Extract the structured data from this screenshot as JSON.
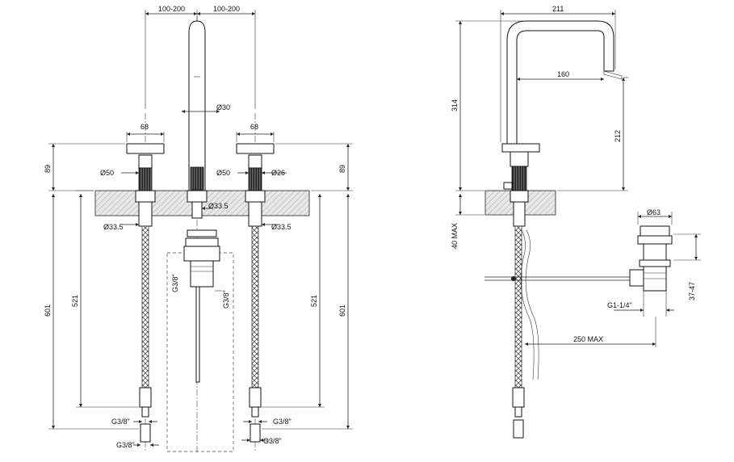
{
  "front_view": {
    "dim_spacing_left": "100-200",
    "dim_spacing_right": "100-200",
    "dim_handle_left_width": "68",
    "dim_handle_right_width": "68",
    "dim_spout_dia": "Ø30",
    "dim_left_base_dia": "Ø50",
    "dim_center_base_dia": "Ø50",
    "dim_right_base_dia": "Ø26",
    "dim_height_left": "89",
    "dim_height_right": "89",
    "dim_hole_left": "Ø33.5",
    "dim_hole_center": "Ø33.5",
    "dim_hole_right": "Ø33.5",
    "dim_thread_waste_left": "G3/8\"",
    "dim_thread_waste_right": "G3/8\"",
    "dim_hose_length_left": "521",
    "dim_hose_length_right": "521",
    "dim_total_length_left": "601",
    "dim_total_length_right": "601",
    "dim_thread_hose_left": "G3/8\"",
    "dim_thread_hose_right": "G3/8\"",
    "dim_thread_bottom_left": "G3/8\"",
    "dim_thread_bottom_right": "G3/8\""
  },
  "side_view": {
    "dim_reach": "211",
    "dim_spout_projection": "160",
    "dim_total_height": "314",
    "dim_spout_height": "212",
    "dim_deck_max": "40 MAX",
    "dim_waste_dia": "Ø63",
    "dim_waste_height": "37-47",
    "dim_waste_thread": "G1-1/4\"",
    "dim_rod_max": "250 MAX"
  }
}
